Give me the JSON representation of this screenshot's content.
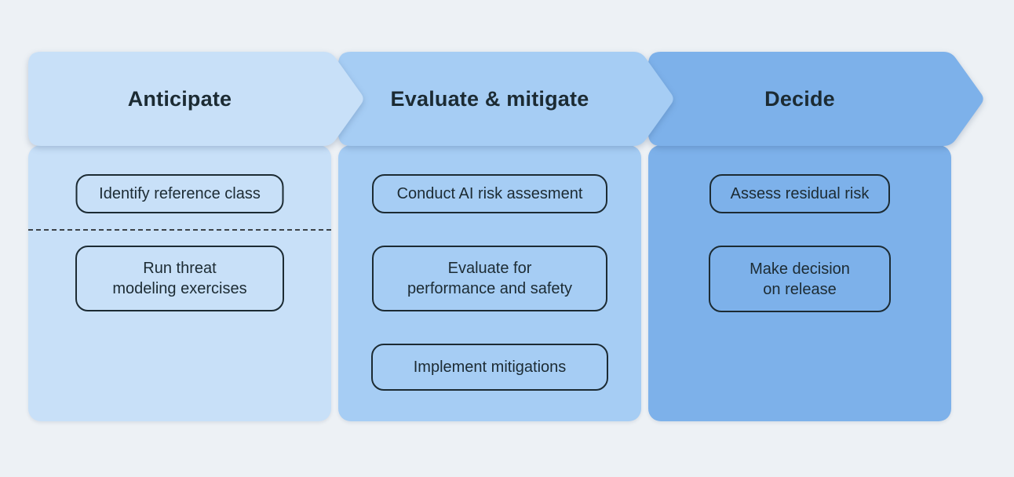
{
  "diagram": {
    "background_color": "#edf1f5",
    "outline_color": "#1c2b33",
    "divider_color": "#3c4248",
    "stages": [
      {
        "title": "Anticipate",
        "color": "#c8e0f8",
        "tasks": [
          "Identify reference class",
          "Run threat\nmodeling exercises"
        ]
      },
      {
        "title": "Evaluate & mitigate",
        "color": "#a6cdf4",
        "tasks": [
          "Conduct AI risk assesment",
          "Evaluate for\nperformance and safety",
          "Implement mitigations"
        ]
      },
      {
        "title": "Decide",
        "color": "#7db1ea",
        "tasks": [
          "Assess residual risk",
          "Make decision\non release"
        ]
      }
    ]
  }
}
